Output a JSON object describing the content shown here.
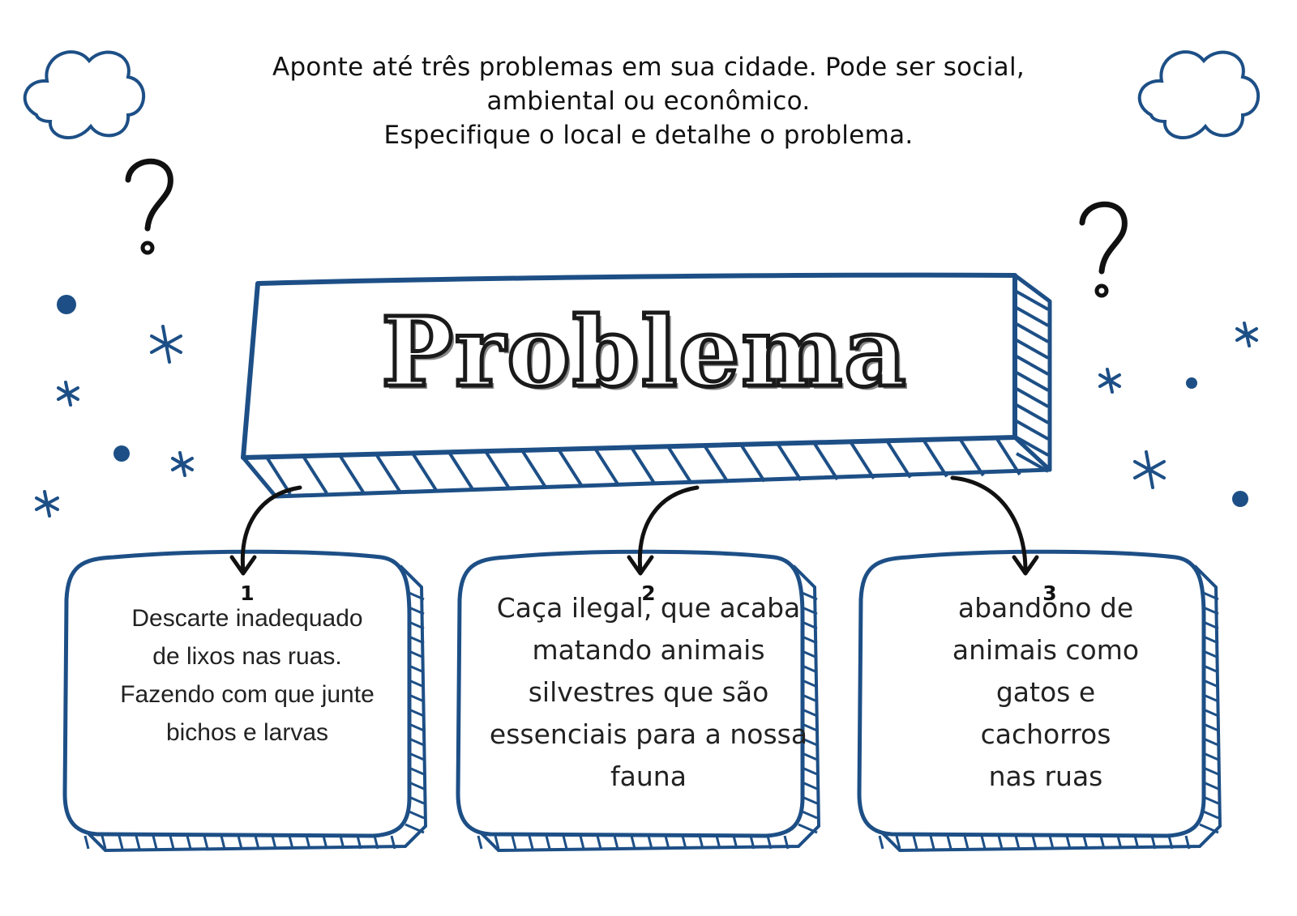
{
  "instructions": {
    "line1": "Aponte até três problemas em sua cidade. Pode ser social,",
    "line2": "ambiental ou econômico.",
    "line3": "Especifique o local e detalhe o problema."
  },
  "banner": {
    "title": "Problema"
  },
  "boxes": [
    {
      "number": "1",
      "lines": [
        "Descarte inadequado",
        "de lixos nas ruas.",
        "Fazendo com que junte",
        "bichos e larvas"
      ]
    },
    {
      "number": "2",
      "lines": [
        "Caça ilegal, que acaba",
        "matando animais",
        "silvestres que são",
        "essenciais para a nossa",
        "fauna"
      ]
    },
    {
      "number": "3",
      "lines": [
        "abandono de",
        "animais como",
        "gatos e",
        "cachorros",
        "nas ruas"
      ]
    }
  ],
  "colors": {
    "accent": "#1d4f86",
    "ink": "#111111"
  },
  "icons": [
    "cloud-icon",
    "question-mark-icon",
    "star-icon",
    "dot-icon",
    "arrow-icon"
  ]
}
